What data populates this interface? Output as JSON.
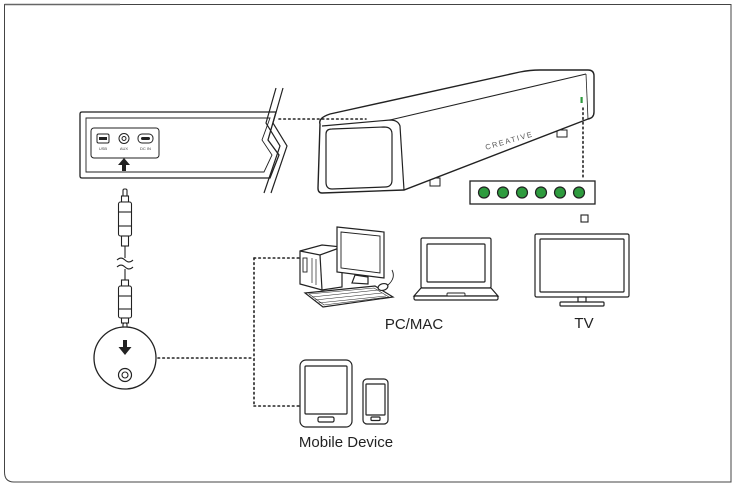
{
  "soundbar": {
    "brand": "CREATIVE",
    "ports": [
      "USB",
      "AUX",
      "DC IN"
    ],
    "indicator_leds": 6,
    "led_color": "#2e9b3e"
  },
  "devices": {
    "pc_label": "PC/MAC",
    "tv_label": "TV",
    "mobile_label": "Mobile Device"
  },
  "colors": {
    "line": "#222222",
    "led_on": "#2e9b3e",
    "frame": "#444444"
  },
  "icons": [
    "soundbar-icon",
    "audio-cable-icon",
    "aux-jack-icon",
    "desktop-pc-icon",
    "laptop-icon",
    "tv-icon",
    "tablet-icon",
    "smartphone-icon"
  ]
}
